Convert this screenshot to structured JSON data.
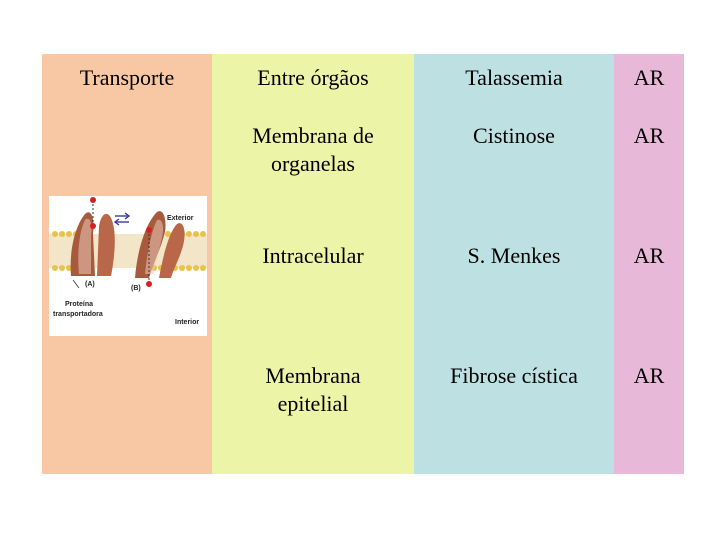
{
  "rows": [
    {
      "category": "Transporte",
      "location": "Entre órgãos",
      "disease": "Talassemia",
      "inheritance": "AR"
    },
    {
      "location_line1": "Membrana de",
      "location_line2": "organelas",
      "disease": "Cistinose",
      "inheritance": "AR"
    },
    {
      "location": "Intracelular",
      "disease": "S. Menkes",
      "inheritance": "AR"
    },
    {
      "location_line1": "Membrana",
      "location_line2": "epitelial",
      "disease": "Fibrose cística",
      "inheritance": "AR"
    }
  ],
  "diagram": {
    "label_exterior": "Exterior",
    "label_interior": "Interior",
    "label_a": "(A)",
    "label_b": "(B)",
    "label_protein_line1": "Proteína",
    "label_protein_line2": "transportadora",
    "colors": {
      "membrane_head": "#e8c24a",
      "protein": "#a85a3c",
      "protein_light": "#e9c9b8",
      "solute": "#d42020"
    }
  },
  "colors": {
    "col1": "#f8c8a4",
    "col2": "#ecf4a8",
    "col3": "#bde0e2",
    "col4": "#e8b8d8"
  }
}
